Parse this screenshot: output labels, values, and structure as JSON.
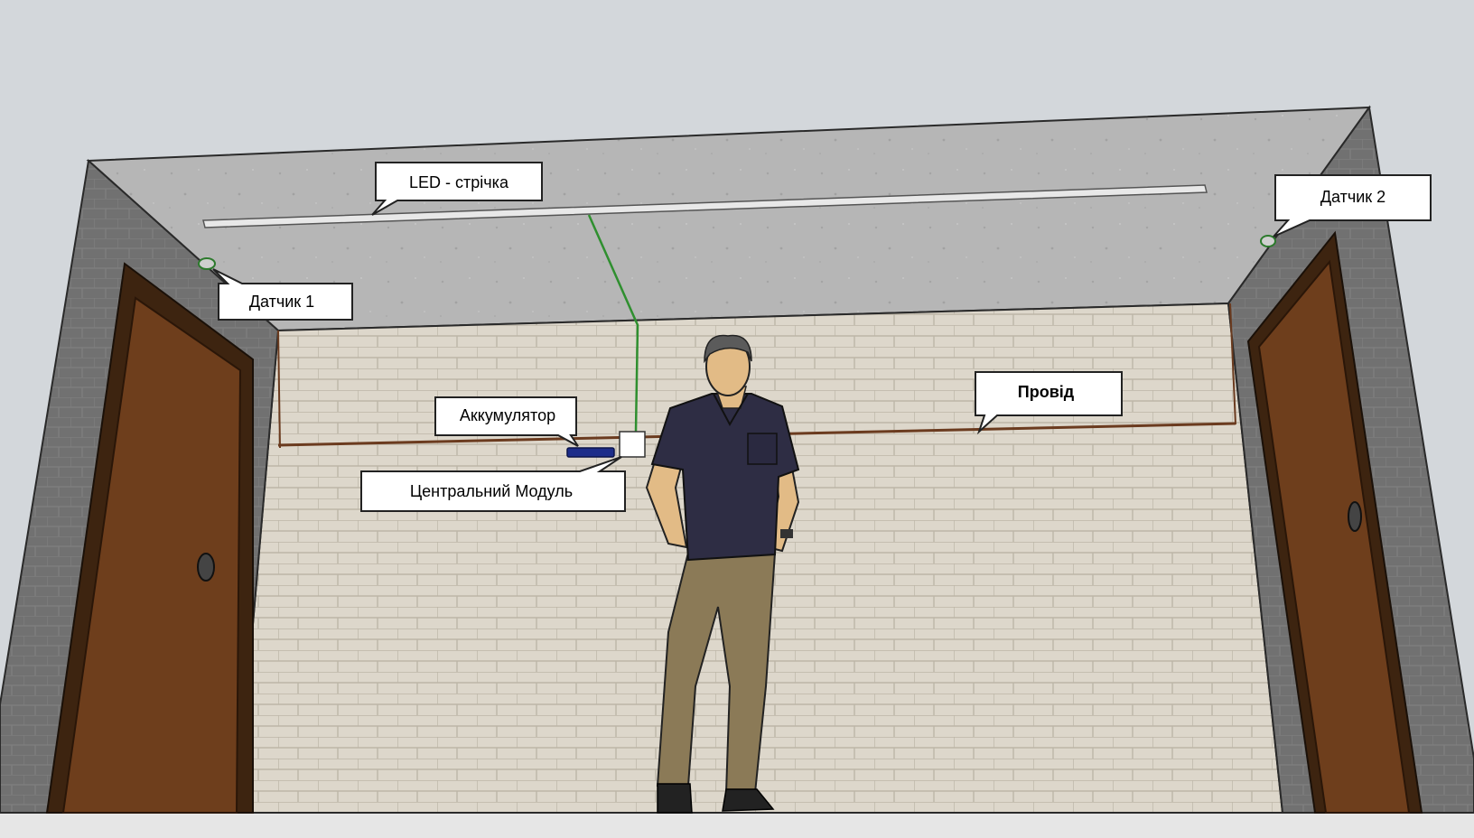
{
  "labels": {
    "led_strip": "LED - стрічка",
    "sensor_1": "Датчик 1",
    "sensor_2": "Датчик 2",
    "battery": "Аккумулятор",
    "wire": "Провід",
    "central_module": "Центральний Модуль"
  },
  "colors": {
    "sky": "#d3d7db",
    "ceiling": "#b4b4b4",
    "side_wall": "#6f6f6f",
    "back_wall": "#ddd7cb",
    "brick_line": "#b9b2a4",
    "door": "#6e3e1c",
    "door_frame": "#3d2410",
    "wire": "#6b3b1f",
    "green_wire": "#2f8f2f",
    "battery": "#1d2d8a",
    "shirt": "#2e2d44",
    "pants": "#8b7a57",
    "skin": "#e2bb86",
    "hair": "#5b5b5b",
    "floor": "#e6e6e6"
  }
}
